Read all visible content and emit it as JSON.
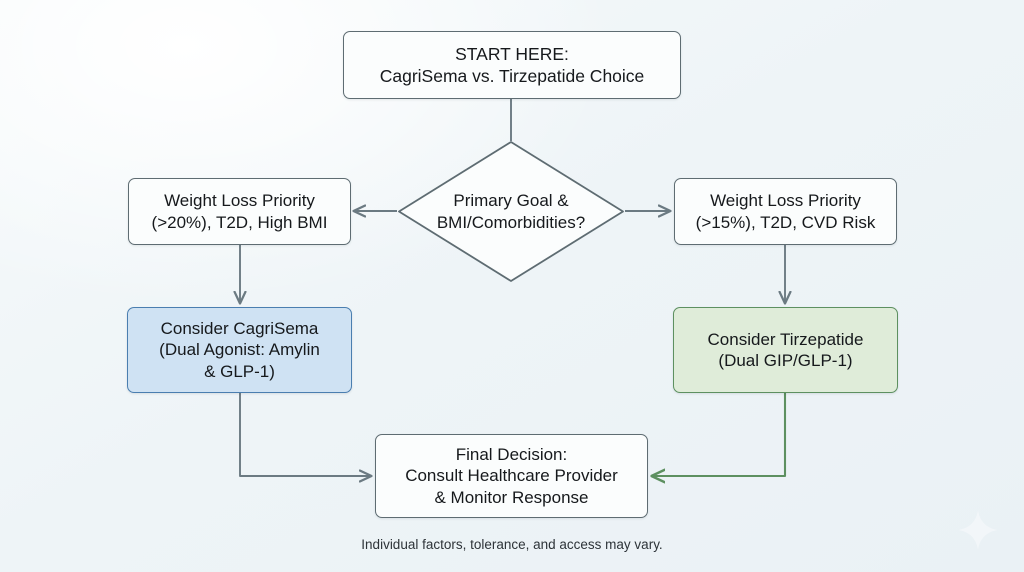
{
  "diagram": {
    "title": "CagriSema vs. Tirzepatide Choice",
    "footnote": "Individual factors, tolerance, and access may vary.",
    "background_color": "#f1f6f8",
    "connector_color": "#6b7a82",
    "green_connector_color": "#5d9060"
  },
  "nodes": {
    "start": {
      "label": "START HERE:\nCagriSema vs. Tirzepatide Choice",
      "shape": "rounded-rect",
      "fill": "#fbfdfd",
      "border": "#5e6c72"
    },
    "decision": {
      "label": "Primary Goal &\nBMI/Comorbidities?",
      "shape": "diamond",
      "fill": "#fbfdfd",
      "border": "#5e6c72"
    },
    "branch_left": {
      "label": "Weight Loss Priority\n(>20%), T2D, High BMI",
      "shape": "rounded-rect",
      "fill": "#fbfdfd",
      "border": "#5e6c72"
    },
    "branch_right": {
      "label": "Weight Loss Priority\n(>15%), T2D, CVD Risk",
      "shape": "rounded-rect",
      "fill": "#fbfdfd",
      "border": "#5e6c72"
    },
    "treatment_left": {
      "label": "Consider CagriSema\n(Dual Agonist: Amylin\n& GLP-1)",
      "shape": "rounded-rect",
      "fill": "#cfe2f3",
      "border": "#4a7eb0"
    },
    "treatment_right": {
      "label": "Consider Tirzepatide\n(Dual GIP/GLP-1)",
      "shape": "rounded-rect",
      "fill": "#dfecd9",
      "border": "#5d9060"
    },
    "final": {
      "label": "Final Decision:\nConsult Healthcare Provider\n& Monitor Response",
      "shape": "rounded-rect",
      "fill": "#fbfdfd",
      "border": "#5e6c72"
    }
  },
  "edges": [
    {
      "from": "start",
      "to": "decision",
      "arrow": false,
      "color": "#6b7a82"
    },
    {
      "from": "decision",
      "to": "branch_left",
      "arrow": true,
      "direction": "left",
      "color": "#6b7a82"
    },
    {
      "from": "decision",
      "to": "branch_right",
      "arrow": true,
      "direction": "right",
      "color": "#6b7a82"
    },
    {
      "from": "branch_left",
      "to": "treatment_left",
      "arrow": true,
      "direction": "down",
      "color": "#6b7a82"
    },
    {
      "from": "branch_right",
      "to": "treatment_right",
      "arrow": true,
      "direction": "down",
      "color": "#6b7a82"
    },
    {
      "from": "treatment_left",
      "to": "final",
      "arrow": true,
      "direction": "right",
      "color": "#6b7a82"
    },
    {
      "from": "treatment_right",
      "to": "final",
      "arrow": true,
      "direction": "left",
      "color": "#5d9060"
    }
  ]
}
